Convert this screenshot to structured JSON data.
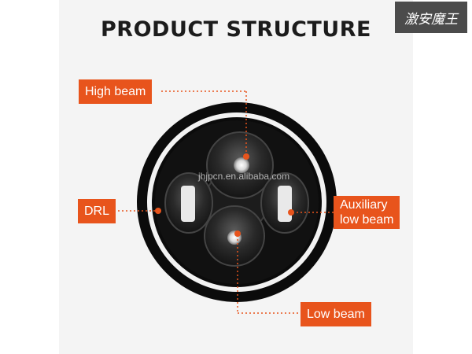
{
  "title": "PRODUCT STRUCTURE",
  "watermark": "激安魔王",
  "site": "jhjpcn.en.alibaba.com",
  "labels": {
    "high_beam": "High beam",
    "drl": "DRL",
    "aux_line1": "Auxiliary",
    "aux_line2": "low beam",
    "low_beam": "Low beam"
  },
  "colors": {
    "accent": "#e8541c",
    "lamp_body": "#0b0b0b",
    "halo": "#ffffff"
  }
}
